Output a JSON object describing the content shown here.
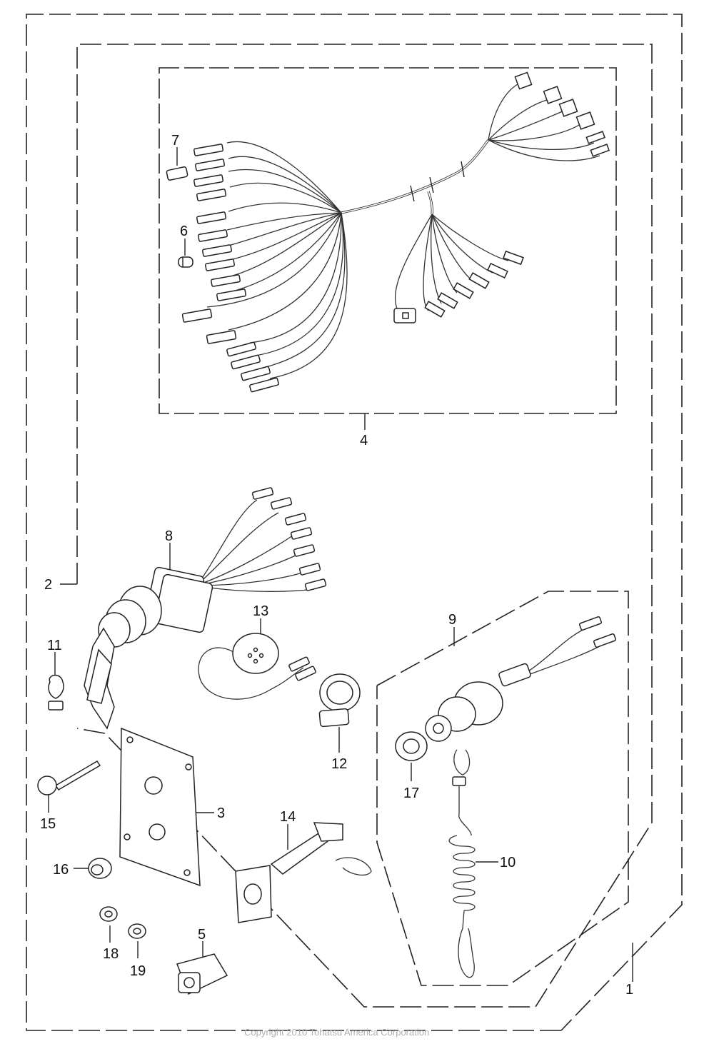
{
  "callouts": {
    "c1": "1",
    "c2": "2",
    "c3": "3",
    "c4": "4",
    "c5": "5",
    "c6": "6",
    "c7": "7",
    "c8": "8",
    "c9": "9",
    "c10": "10",
    "c11": "11",
    "c12": "12",
    "c13": "13",
    "c14": "14",
    "c15": "15",
    "c16": "16",
    "c17": "17",
    "c18": "18",
    "c19": "19"
  },
  "copyright": "Copyright 2010 Tohatsu America Corporation"
}
